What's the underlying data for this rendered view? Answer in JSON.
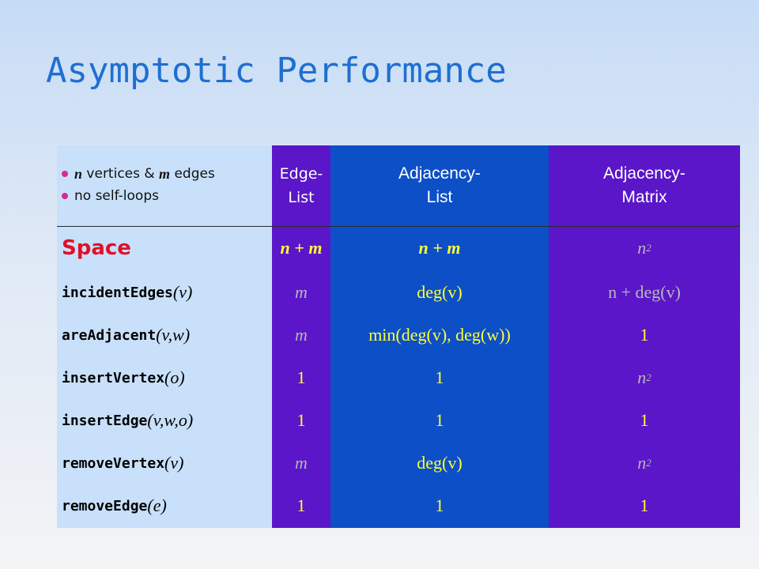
{
  "title": "Asymptotic Performance",
  "assumptions": {
    "bullet1_var1": "n",
    "bullet1_text1": " vertices & ",
    "bullet1_var2": "m",
    "bullet1_text2": " edges",
    "bullet2": "no self-loops"
  },
  "columns": {
    "edge_list": [
      "Edge-",
      "List"
    ],
    "adjacency_list": [
      "Adjacency-",
      "List"
    ],
    "adjacency_matrix": [
      "Adjacency-",
      "Matrix"
    ]
  },
  "rows": {
    "space": {
      "label": "Space",
      "edge_list": "n + m",
      "adjacency_list": "n + m",
      "adjacency_matrix": "n2"
    },
    "incident_edges": {
      "method": "incidentEdges",
      "args": "(v)",
      "edge_list": "m",
      "adjacency_list": "deg(v)",
      "adjacency_matrix": "n + deg(v)"
    },
    "are_adjacent": {
      "method": "areAdjacent",
      "args": "(v,w)",
      "edge_list": "m",
      "adjacency_list": "min(deg(v), deg(w))",
      "adjacency_matrix": "1"
    },
    "insert_vertex": {
      "method": "insertVertex",
      "args": "(o)",
      "edge_list": "1",
      "adjacency_list": "1",
      "adjacency_matrix": "n2"
    },
    "insert_edge": {
      "method": "insertEdge",
      "args": "(v,w,o)",
      "edge_list": "1",
      "adjacency_list": "1",
      "adjacency_matrix": "1"
    },
    "remove_vertex": {
      "method": "removeVertex",
      "args": "(v)",
      "edge_list": "m",
      "adjacency_list": "deg(v)",
      "adjacency_matrix": "n2"
    },
    "remove_edge": {
      "method": "removeEdge",
      "args": "(e)",
      "edge_list": "1",
      "adjacency_list": "1",
      "adjacency_matrix": "1"
    }
  },
  "colors": {
    "title": "#1f6fd0",
    "left_column": "#c9e0fa",
    "purple_column": "#5a16c8",
    "blue_column": "#0d4fc7",
    "space_label": "#e0102a",
    "yellow_text": "#ffff33",
    "grey_text": "#b8b8b8",
    "bullet": "#d62b8a"
  }
}
